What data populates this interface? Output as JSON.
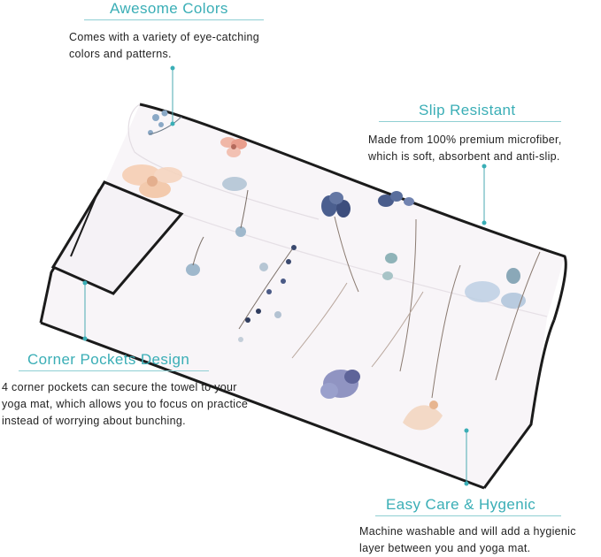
{
  "colors": {
    "accent": "#3aaeb6",
    "underline": "#8fcfd3",
    "text": "#222222",
    "towel_fabric": "#f7f4f7",
    "towel_border": "#1b1b1b"
  },
  "features": {
    "awesome_colors": {
      "title": "Awesome Colors",
      "lines": [
        "Comes with a variety of eye-catching",
        "colors and patterns."
      ]
    },
    "slip_resistant": {
      "title": "Slip Resistant",
      "lines": [
        "Made from 100% premium microfiber,",
        "which is soft, absorbent and anti-slip."
      ]
    },
    "corner_pockets": {
      "title": "Corner Pockets Design",
      "lines": [
        "4 corner pockets can secure the towel to your",
        "yoga mat, which allows you to focus on practice",
        "instead of worrying about bunching."
      ]
    },
    "easy_care": {
      "title": "Easy Care & Hygenic",
      "lines": [
        "Machine washable and will add a hygienic",
        "layer between you and yoga mat."
      ]
    }
  },
  "illustration": {
    "subject": "rolled yoga towel with watercolor floral print and corner pockets",
    "icon": "floral-yoga-towel"
  }
}
